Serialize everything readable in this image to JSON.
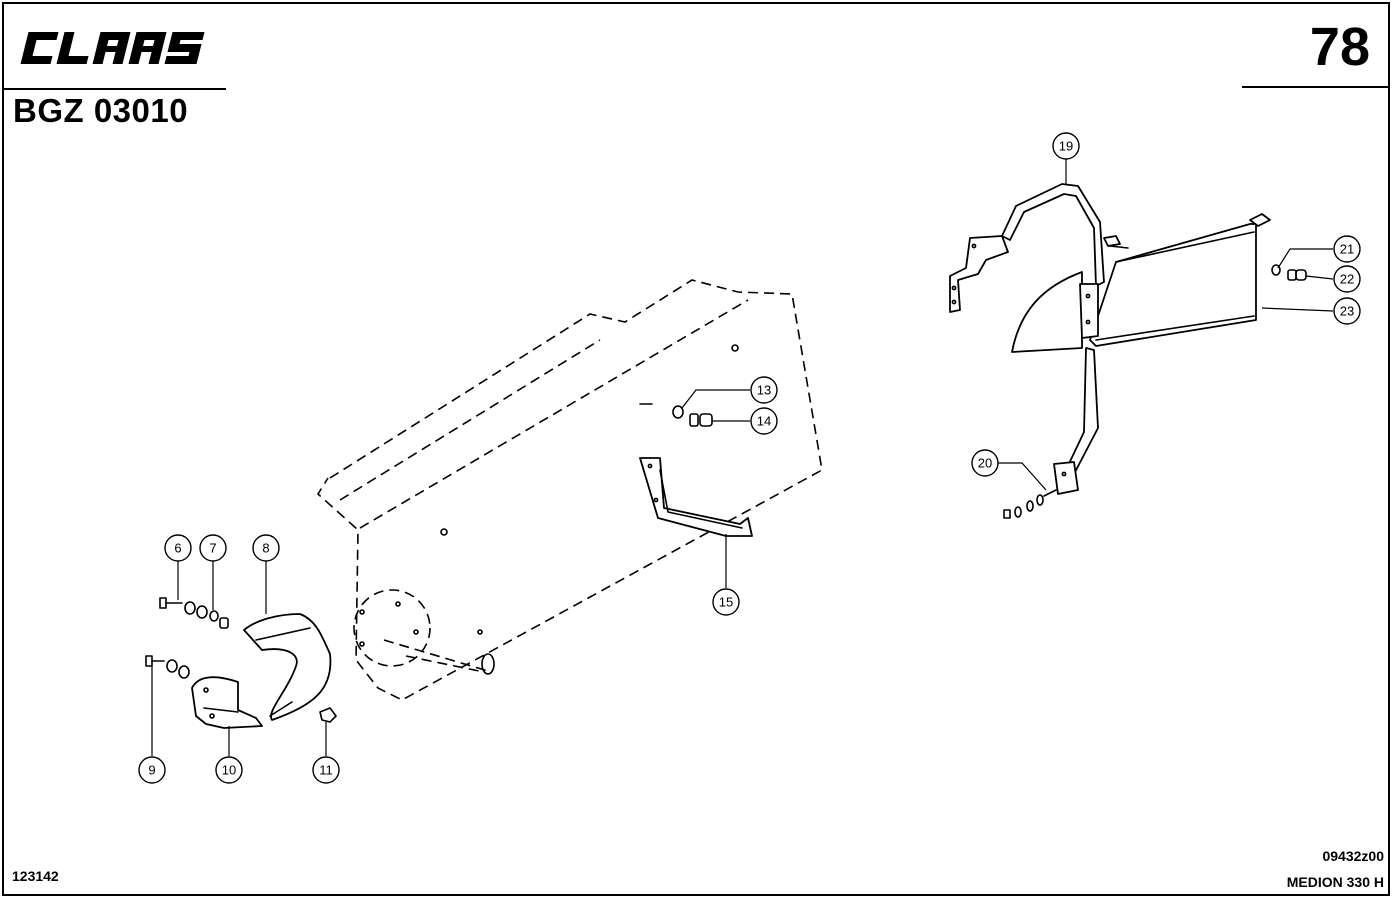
{
  "header": {
    "brand": "CLAAS",
    "group_code": "BGZ 03010",
    "page_number": "78"
  },
  "footer": {
    "left_number": "123142",
    "drawing_ref": "09432z00",
    "model": "MEDION 330 H"
  },
  "callouts": [
    {
      "id": "c6",
      "label": "6"
    },
    {
      "id": "c7",
      "label": "7"
    },
    {
      "id": "c8",
      "label": "8"
    },
    {
      "id": "c9",
      "label": "9"
    },
    {
      "id": "c10",
      "label": "10"
    },
    {
      "id": "c11",
      "label": "11"
    },
    {
      "id": "c13",
      "label": "13"
    },
    {
      "id": "c14",
      "label": "14"
    },
    {
      "id": "c15",
      "label": "15"
    },
    {
      "id": "c19",
      "label": "19"
    },
    {
      "id": "c20",
      "label": "20"
    },
    {
      "id": "c21",
      "label": "21"
    },
    {
      "id": "c22",
      "label": "22"
    },
    {
      "id": "c23",
      "label": "23"
    }
  ]
}
